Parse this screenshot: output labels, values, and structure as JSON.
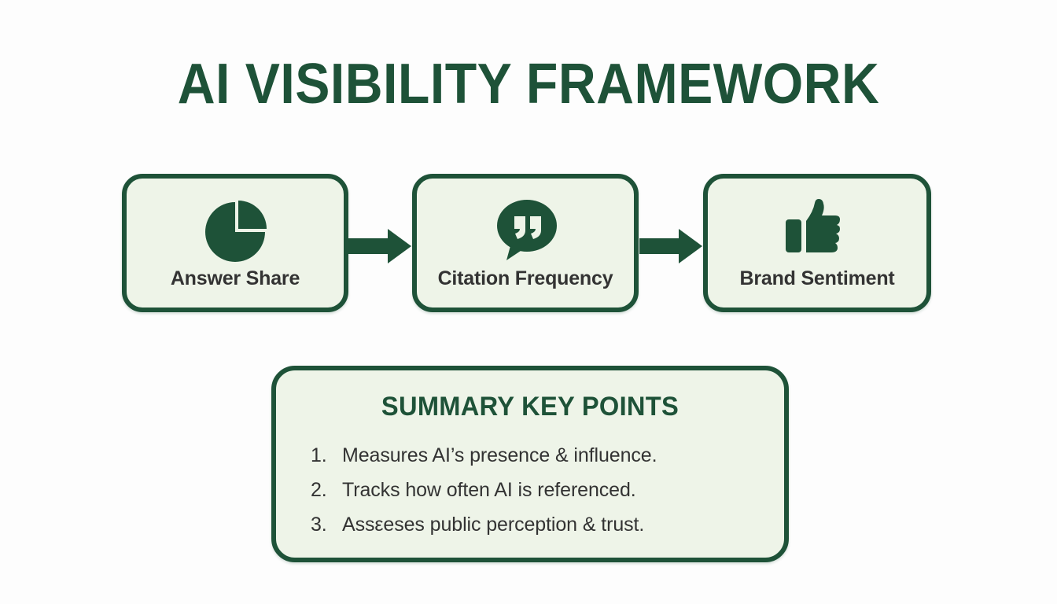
{
  "slide": {
    "title": "AI VISIBILITY FRAMEWORK",
    "background_color": "#fdfdfd",
    "accent_color": "#1e5238",
    "card_fill_color": "#eef4e8",
    "label_text_color": "#333333"
  },
  "pipeline": {
    "stages": [
      {
        "label": "Answer Share",
        "icon": "pie-chart-icon"
      },
      {
        "label": "Citation Frequency",
        "icon": "quote-speech-bubble-icon"
      },
      {
        "label": "Brand Sentiment",
        "icon": "thumbs-up-icon"
      }
    ],
    "connectors": [
      {
        "icon": "arrow-right-icon"
      },
      {
        "icon": "arrow-right-icon"
      }
    ]
  },
  "summary": {
    "heading": "SUMMARY KEY POINTS",
    "points": [
      {
        "number": "1.",
        "text": "Measures AI’s presence & influence."
      },
      {
        "number": "2.",
        "text": "Tracks how often AI is referenced."
      },
      {
        "number": "3.",
        "text": "Assεeses public perception & trust."
      }
    ]
  }
}
